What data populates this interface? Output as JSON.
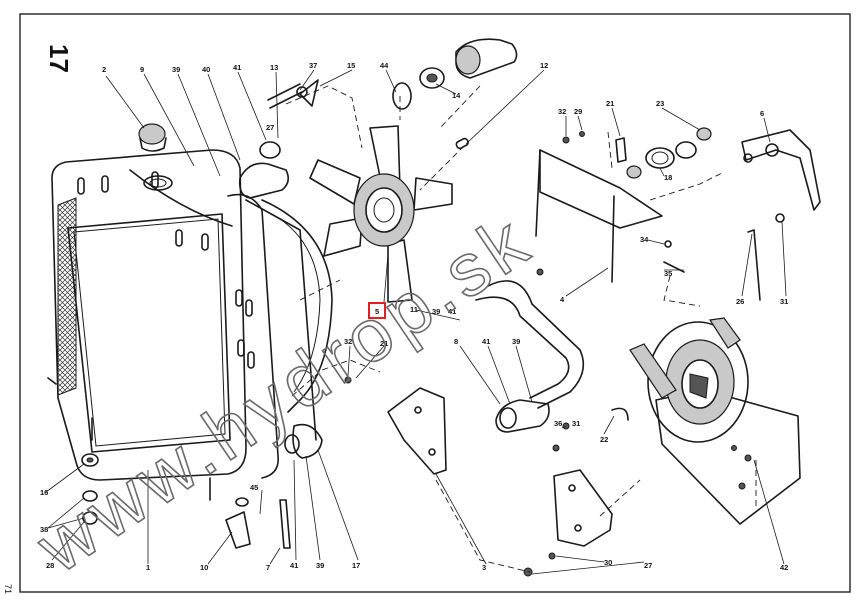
{
  "sheet_number": "17",
  "page_number": "71",
  "watermark": "www.hydrop.sk",
  "highlighted_label": "5",
  "callouts": [
    {
      "id": "c2",
      "label": "2"
    },
    {
      "id": "c9",
      "label": "9"
    },
    {
      "id": "c39a",
      "label": "39"
    },
    {
      "id": "c40",
      "label": "40"
    },
    {
      "id": "c41a",
      "label": "41"
    },
    {
      "id": "c13",
      "label": "13"
    },
    {
      "id": "c37",
      "label": "37"
    },
    {
      "id": "c27a",
      "label": "27"
    },
    {
      "id": "c15",
      "label": "15"
    },
    {
      "id": "c44",
      "label": "44"
    },
    {
      "id": "c14",
      "label": "14"
    },
    {
      "id": "c12",
      "label": "12"
    },
    {
      "id": "c32a",
      "label": "32"
    },
    {
      "id": "c29",
      "label": "29"
    },
    {
      "id": "c21a",
      "label": "21"
    },
    {
      "id": "c23",
      "label": "23"
    },
    {
      "id": "c6",
      "label": "6"
    },
    {
      "id": "c18",
      "label": "18"
    },
    {
      "id": "c34",
      "label": "34"
    },
    {
      "id": "c35",
      "label": "35"
    },
    {
      "id": "c4",
      "label": "4"
    },
    {
      "id": "c26",
      "label": "26"
    },
    {
      "id": "c31a",
      "label": "31"
    },
    {
      "id": "c5",
      "label": "5"
    },
    {
      "id": "c11",
      "label": "11"
    },
    {
      "id": "c39b",
      "label": "39"
    },
    {
      "id": "c41b",
      "label": "41"
    },
    {
      "id": "c8",
      "label": "8"
    },
    {
      "id": "c41c",
      "label": "41"
    },
    {
      "id": "c39c",
      "label": "39"
    },
    {
      "id": "c32b",
      "label": "32"
    },
    {
      "id": "c21b",
      "label": "21"
    },
    {
      "id": "c36",
      "label": "36"
    },
    {
      "id": "c31b",
      "label": "31"
    },
    {
      "id": "c22",
      "label": "22"
    },
    {
      "id": "c16",
      "label": "16"
    },
    {
      "id": "c38",
      "label": "38"
    },
    {
      "id": "c28",
      "label": "28"
    },
    {
      "id": "c1",
      "label": "1"
    },
    {
      "id": "c10",
      "label": "10"
    },
    {
      "id": "c45",
      "label": "45"
    },
    {
      "id": "c7",
      "label": "7"
    },
    {
      "id": "c41d",
      "label": "41"
    },
    {
      "id": "c39d",
      "label": "39"
    },
    {
      "id": "c17",
      "label": "17"
    },
    {
      "id": "c3",
      "label": "3"
    },
    {
      "id": "c30",
      "label": "30"
    },
    {
      "id": "c27b",
      "label": "27"
    },
    {
      "id": "c42",
      "label": "42"
    }
  ]
}
